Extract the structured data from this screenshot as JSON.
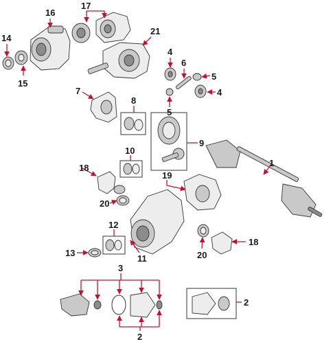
{
  "diagram": {
    "callouts": [
      {
        "id": "c16",
        "label": "16"
      },
      {
        "id": "c17",
        "label": "17"
      },
      {
        "id": "c14",
        "label": "14"
      },
      {
        "id": "c15",
        "label": "15"
      },
      {
        "id": "c21",
        "label": "21"
      },
      {
        "id": "c4a",
        "label": "4"
      },
      {
        "id": "c6",
        "label": "6"
      },
      {
        "id": "c5a",
        "label": "5"
      },
      {
        "id": "c4b",
        "label": "4"
      },
      {
        "id": "c7",
        "label": "7"
      },
      {
        "id": "c8",
        "label": "8"
      },
      {
        "id": "c5b",
        "label": "5"
      },
      {
        "id": "c9",
        "label": "9"
      },
      {
        "id": "c10",
        "label": "10"
      },
      {
        "id": "c18a",
        "label": "18"
      },
      {
        "id": "c1",
        "label": "1"
      },
      {
        "id": "c19",
        "label": "19"
      },
      {
        "id": "c20a",
        "label": "20"
      },
      {
        "id": "c12",
        "label": "12"
      },
      {
        "id": "c13",
        "label": "13"
      },
      {
        "id": "c11",
        "label": "11"
      },
      {
        "id": "c20b",
        "label": "20"
      },
      {
        "id": "c18b",
        "label": "18"
      },
      {
        "id": "c3",
        "label": "3"
      },
      {
        "id": "c2a",
        "label": "2"
      },
      {
        "id": "c2b",
        "label": "2"
      }
    ],
    "colors": {
      "leader": "#c8102e",
      "text": "#1a1a1a",
      "part_outline": "#333333"
    }
  }
}
